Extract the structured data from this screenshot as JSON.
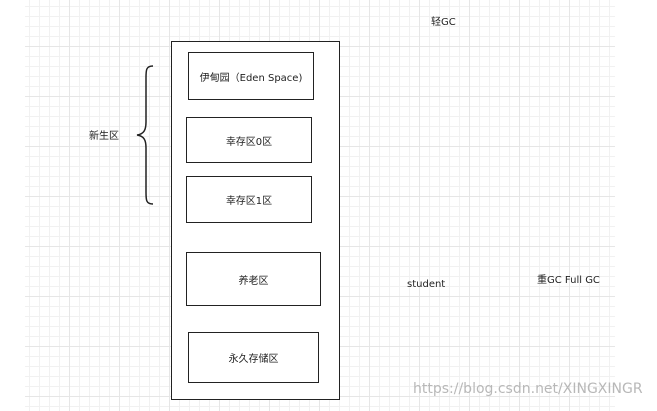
{
  "labels": {
    "minor_gc": "轻GC",
    "young_generation": "新生区",
    "student": "student",
    "major_gc": "重GC  Full GC",
    "watermark": "https://blog.csdn.net/XINGXINGR"
  },
  "regions": {
    "eden": "伊甸园（Eden Space)",
    "survivor0": "幸存区0区",
    "survivor1": "幸存区1区",
    "old": "养老区",
    "permanent": "永久存储区"
  },
  "colors": {
    "stroke": "#222222",
    "grid": "#e6e6e6",
    "watermark": "#b8b8b8"
  }
}
